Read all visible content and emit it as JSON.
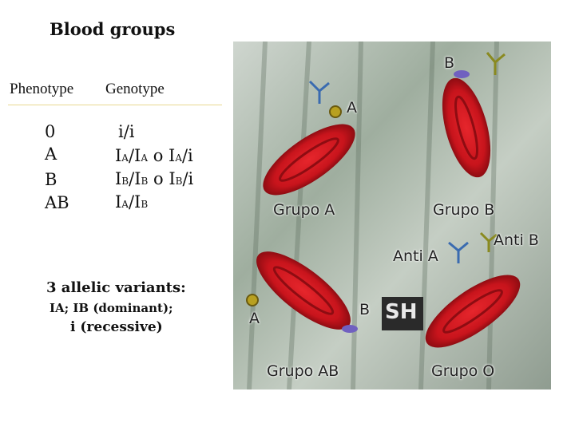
{
  "title": "Blood groups",
  "headers": {
    "phenotype": "Phenotype",
    "genotype": "Genotype"
  },
  "phenotypes": [
    "0",
    "A",
    "B",
    "AB"
  ],
  "genotypes": [
    {
      "text": "i/i"
    },
    {
      "a1": "I",
      "s1": "A",
      "mid": "/I",
      "s2": "A",
      "or": " o I",
      "s3": "A",
      "end": "/i"
    },
    {
      "a1": "I",
      "s1": "B",
      "mid": "/I",
      "s2": "B",
      "or": " o I",
      "s3": "B",
      "end": "/i"
    },
    {
      "a1": "I",
      "s1": "A",
      "mid": "/I",
      "s2": "B"
    }
  ],
  "notes": {
    "allelic": "3 allelic variants:",
    "dominant": "IA; IB (dominant);",
    "recessive": "i (recessive)"
  },
  "image_labels": {
    "a": "A",
    "b": "B",
    "grupo_a": "Grupo A",
    "grupo_b": "Grupo B",
    "anti_a": "Anti A",
    "anti_b": "Anti B",
    "ab_a": "A",
    "ab_b": "B",
    "grupo_ab": "Grupo AB",
    "grupo_o": "Grupo O",
    "logo": "SH"
  },
  "colors": {
    "cell_red": "#c8141c",
    "antigen_a": "#b8a020",
    "antigen_b": "#7060c0",
    "rule": "#e8d890"
  }
}
